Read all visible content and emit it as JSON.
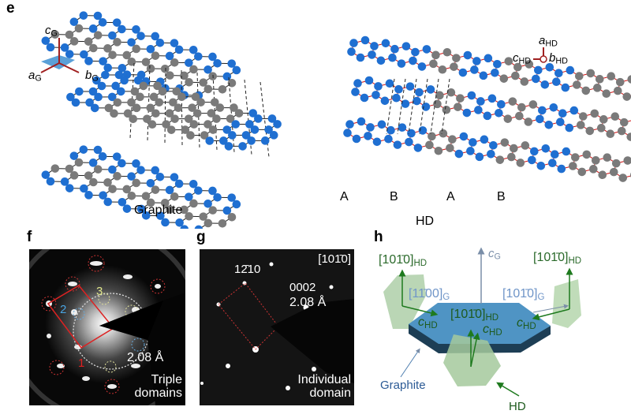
{
  "panels": {
    "e": {
      "label": "e",
      "graphite_caption": "Graphite",
      "hd_caption": "HD",
      "stacking": [
        "A",
        "B",
        "A",
        "B"
      ],
      "graphite_axes": {
        "c": "c",
        "a": "a",
        "b": "b",
        "sub": "G"
      },
      "hd_axes": {
        "a": "a",
        "b": "b",
        "c": "c",
        "sub": "HD"
      }
    },
    "f": {
      "label": "f",
      "domain_numbers": [
        "1",
        "2",
        "3"
      ],
      "spacing": "2.08 Å",
      "caption_line1": "Triple",
      "caption_line2": "domains"
    },
    "g": {
      "label": "g",
      "zone_axis": "[101̄0]",
      "reflection1": "12̄10",
      "reflection2": "0002",
      "spacing": "2.08 Å",
      "caption_line1": "Individual",
      "caption_line2": "domain"
    },
    "h": {
      "label": "h",
      "cG": "c",
      "cG_sub": "G",
      "dir_hd": "[101̄0]",
      "dir_g1": "[11̄00]",
      "dir_g2": "[101̄0]",
      "sub_hd": "HD",
      "sub_g": "G",
      "c_hd": "c",
      "graphite_label": "Graphite",
      "hd_label": "HD"
    }
  },
  "colors": {
    "blue_atom": "#1f6fd1",
    "gray_atom": "#7a7a7a",
    "red_bond": "#d01010",
    "hd_green": "#1e7a1e",
    "graphite_blue": "#4a8fc0"
  }
}
